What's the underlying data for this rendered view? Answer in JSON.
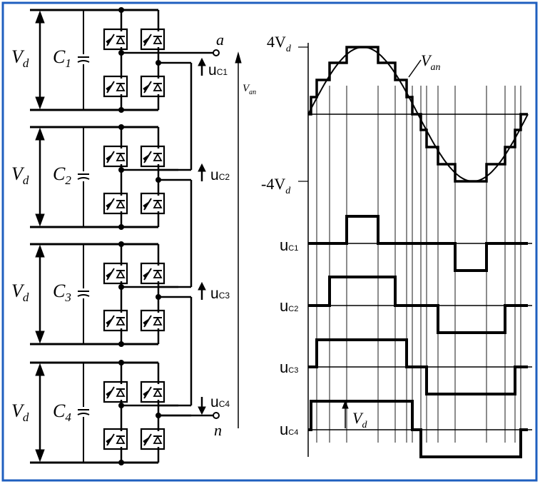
{
  "frame_color": "#1f5fbf",
  "labels": {
    "Vd": "V",
    "d_sub": "d",
    "cell_caps": [
      {
        "main": "C",
        "sub": "1"
      },
      {
        "main": "C",
        "sub": "2"
      },
      {
        "main": "C",
        "sub": "3"
      },
      {
        "main": "C",
        "sub": "4"
      }
    ],
    "terminal_a": "a",
    "terminal_n": "n",
    "uc": [
      {
        "main": "u",
        "sub": "C1"
      },
      {
        "main": "u",
        "sub": "C2"
      },
      {
        "main": "u",
        "sub": "C3"
      },
      {
        "main": "u",
        "sub": "C4"
      }
    ],
    "van_vertical": {
      "main": "V",
      "sub": "an"
    },
    "plot_plus": {
      "pre": "4V",
      "sub": "d"
    },
    "plot_minus": {
      "pre": "-4V",
      "sub": "d"
    },
    "plot_van": {
      "main": "V",
      "sub": "an"
    },
    "wave_vd": {
      "main": "V",
      "sub": "d"
    }
  }
}
